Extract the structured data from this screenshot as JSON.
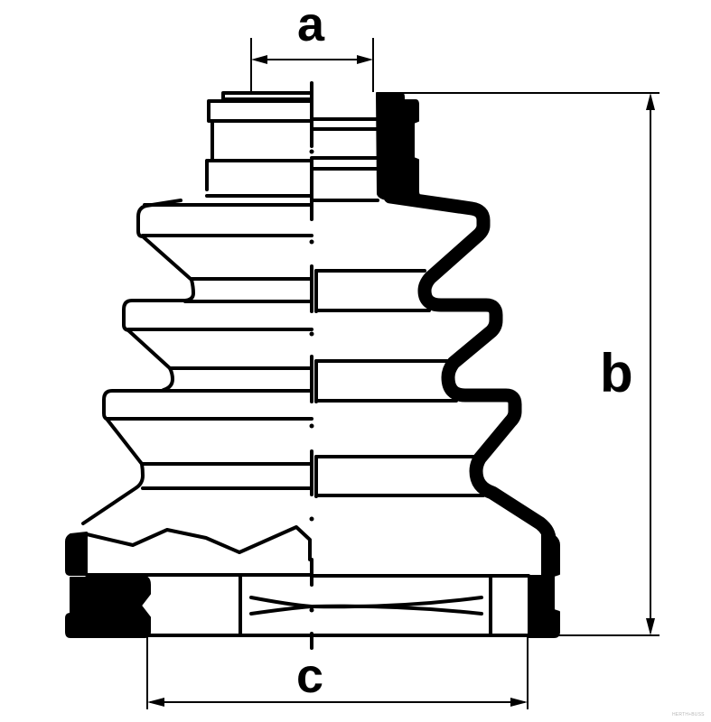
{
  "drawing": {
    "subject": "CV joint boot (bellows) technical dimension drawing",
    "colors": {
      "line": "#000000",
      "background": "#ffffff",
      "watermark": "#b8b8b8"
    }
  },
  "dimensions": {
    "a": {
      "label": "a",
      "description": "small end inner diameter"
    },
    "b": {
      "label": "b",
      "description": "overall height"
    },
    "c": {
      "label": "c",
      "description": "large end inner diameter"
    }
  },
  "watermark": {
    "text": "HERTH+BUSS"
  }
}
